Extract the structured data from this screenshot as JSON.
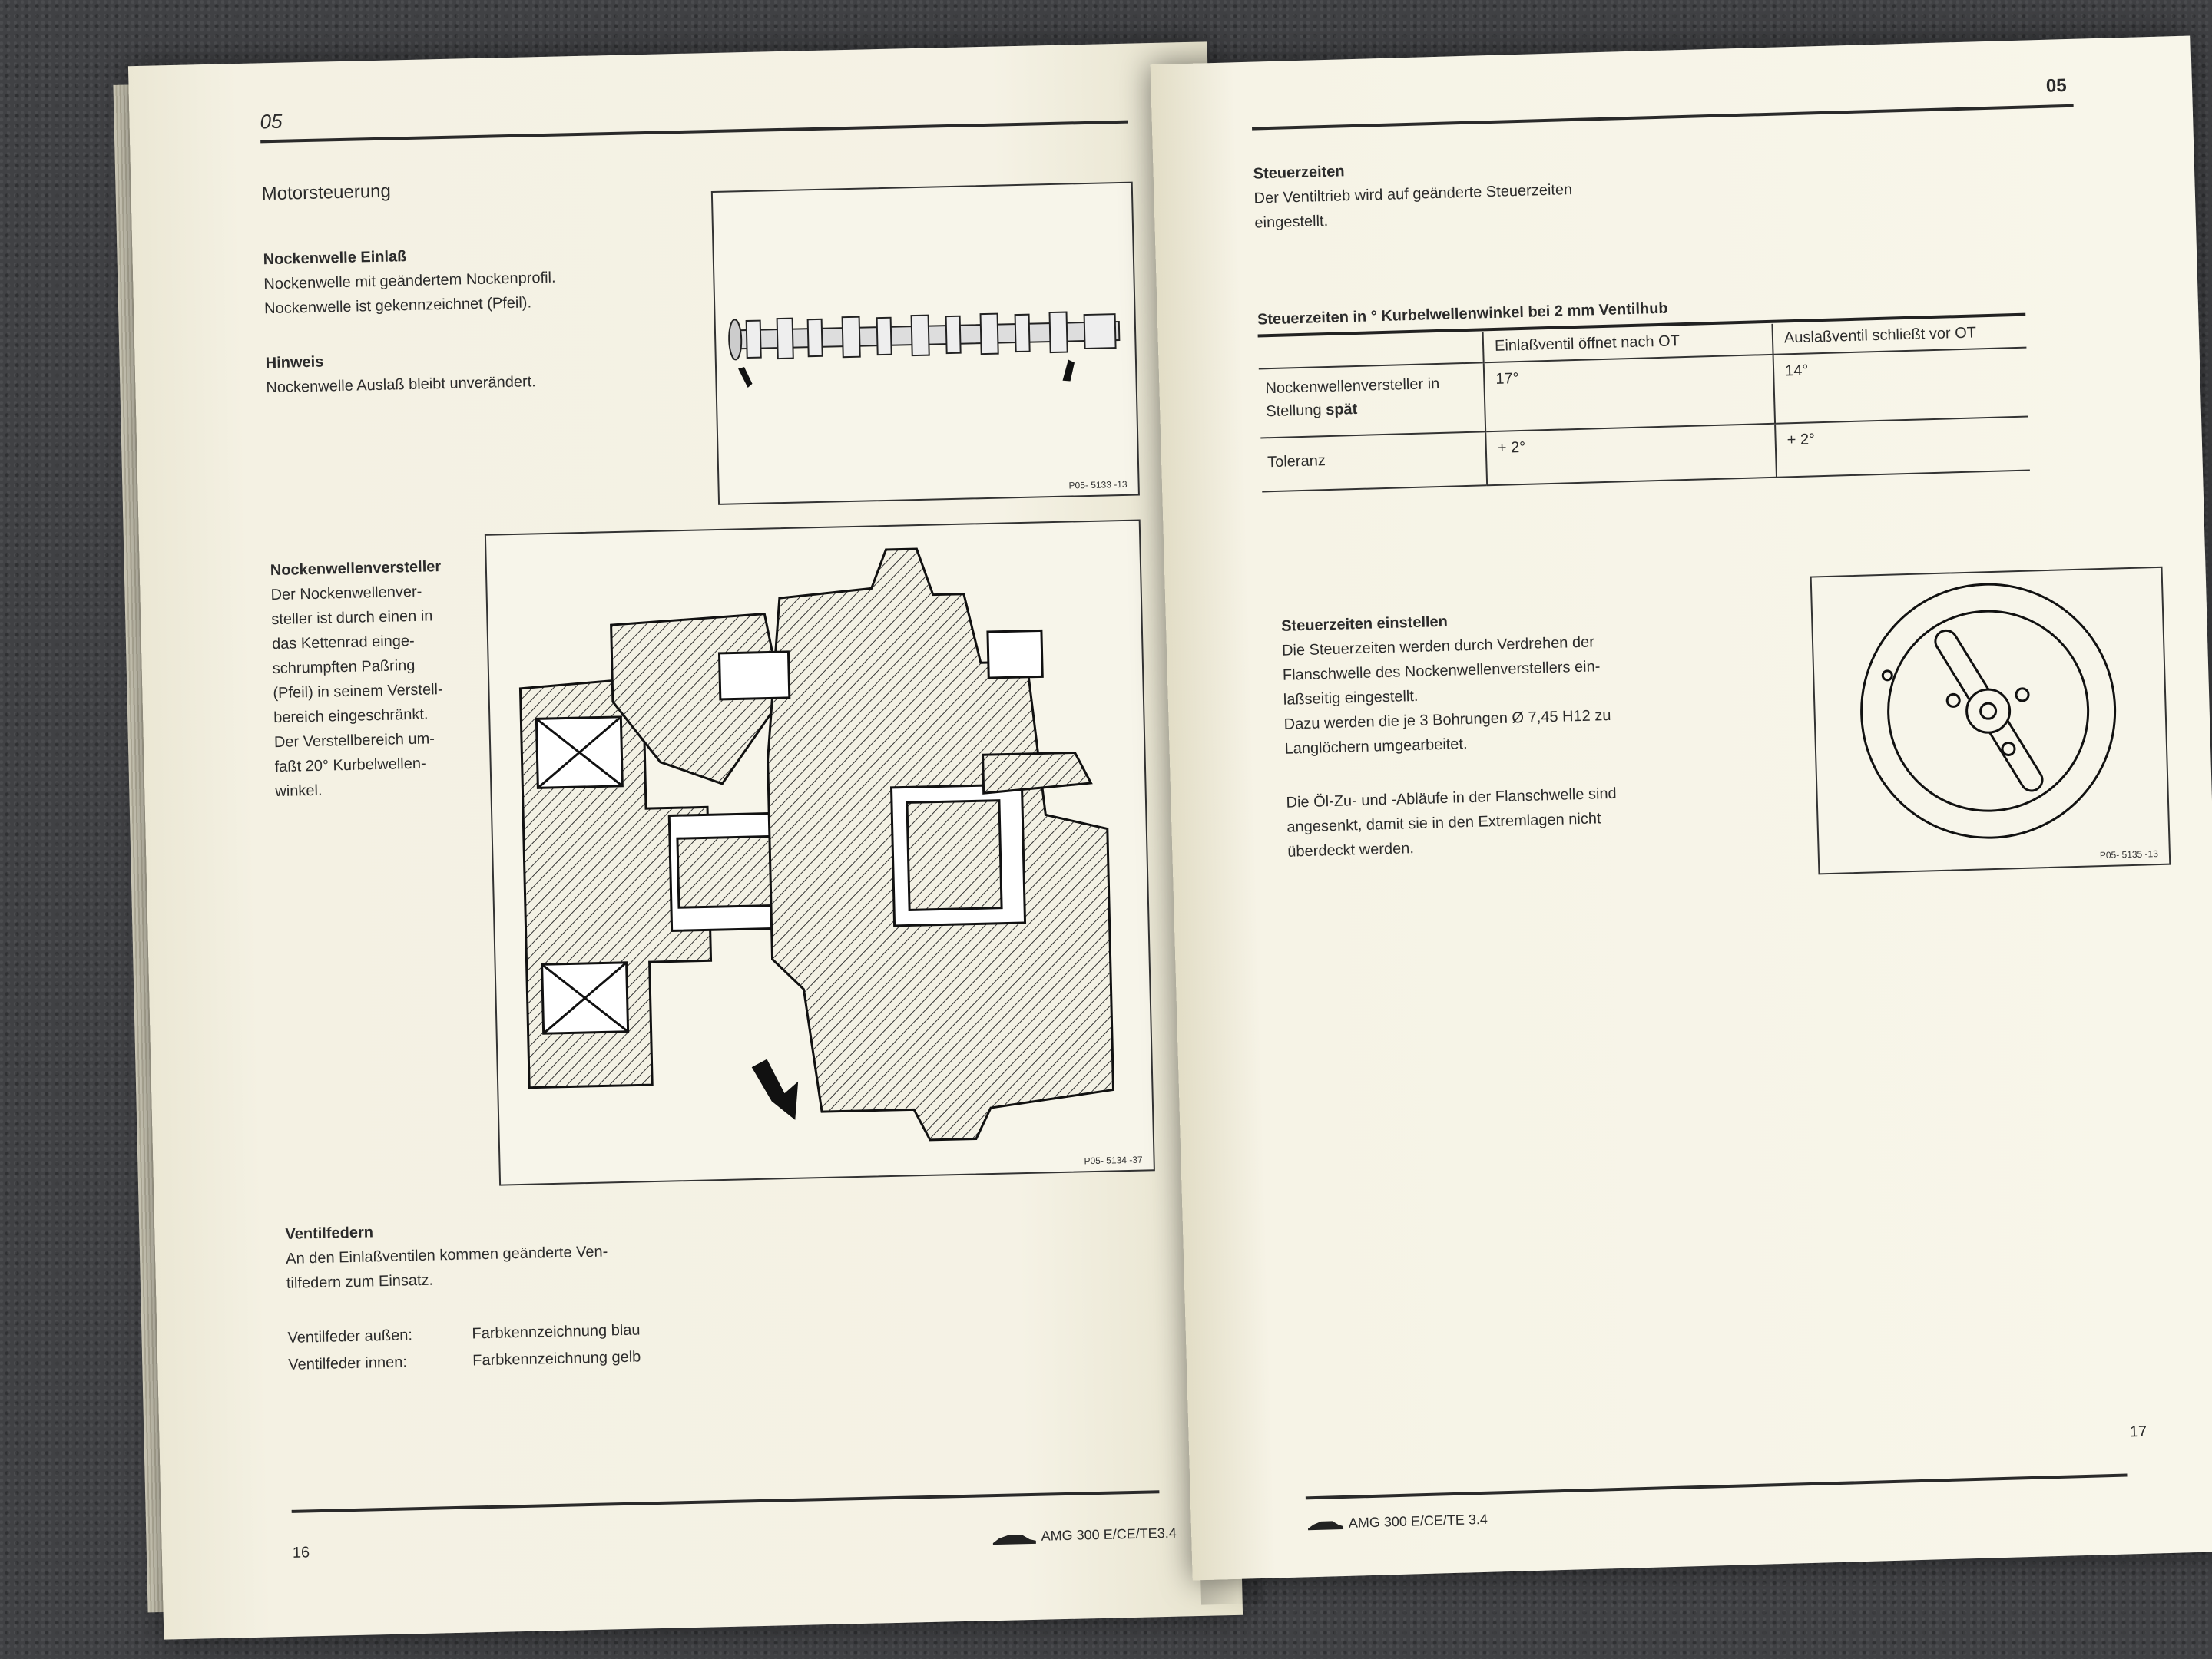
{
  "left_page": {
    "section_number": "05",
    "heading": "Motorsteuerung",
    "camshaft": {
      "title": "Nockenwelle Einlaß",
      "line1": "Nockenwelle mit geändertem Nockenprofil.",
      "line2": "Nockenwelle ist gekennzeichnet (Pfeil)."
    },
    "note": {
      "title": "Hinweis",
      "text": "Nockenwelle Auslaß bleibt unverändert."
    },
    "figure_camshaft_code": "P05- 5133 -13",
    "adjuster": {
      "title": "Nockenwellenversteller",
      "lines": [
        "Der Nockenwellenver-",
        "steller ist durch einen in",
        "das Kettenrad einge-",
        "schrumpften Paßring",
        "(Pfeil) in seinem Verstell-",
        "bereich eingeschränkt.",
        "Der Verstellbereich um-",
        "faßt 20° Kurbelwellen-",
        "winkel."
      ]
    },
    "figure_adjuster_code": "P05- 5134 -37",
    "springs": {
      "title": "Ventilfedern",
      "line1": "An den Einlaßventilen kommen geänderte Ven-",
      "line2": "tilfedern zum Einsatz.",
      "outer_label": "Ventilfeder außen:",
      "outer_value": "Farbkennzeichnung blau",
      "inner_label": "Ventilfeder innen:",
      "inner_value": "Farbkennzeichnung gelb"
    },
    "page_number": "16",
    "footer_model": "AMG 300 E/CE/TE3.4"
  },
  "right_page": {
    "section_number": "05",
    "timing": {
      "title": "Steuerzeiten",
      "line1": "Der Ventiltrieb wird auf geänderte Steuerzeiten",
      "line2": "eingestellt."
    },
    "table": {
      "caption": "Steuerzeiten in ° Kurbelwellenwinkel bei 2 mm Ventilhub",
      "col1": "Einlaßventil öffnet nach OT",
      "col2": "Auslaßventil schließt vor OT",
      "row1_label_a": "Nockenwellenversteller in",
      "row1_label_b": "Stellung",
      "row1_label_bold": "spät",
      "row1_v1": "17°",
      "row1_v2": "14°",
      "row2_label": "Toleranz",
      "row2_v1": "+ 2°",
      "row2_v2": "+ 2°"
    },
    "setting": {
      "title": "Steuerzeiten einstellen",
      "lines": [
        "Die Steuerzeiten werden durch Verdrehen der",
        "Flanschwelle des Nockenwellenverstellers ein-",
        "laßseitig eingestellt.",
        "Dazu werden die je 3 Bohrungen Ø 7,45 H12 zu",
        "Langlöchern umgearbeitet."
      ],
      "lines2": [
        "Die Öl-Zu- und -Abläufe in der Flanschwelle sind",
        "angesenkt, damit sie in den Extremlagen nicht",
        "überdeckt werden."
      ]
    },
    "figure_flange_code": "P05- 5135 -13",
    "page_number": "17",
    "footer_model": "AMG 300 E/CE/TE 3.4"
  },
  "colors": {
    "paper": "#f3f0e1",
    "ink": "#2b2b2b",
    "carpet": "#404144"
  }
}
